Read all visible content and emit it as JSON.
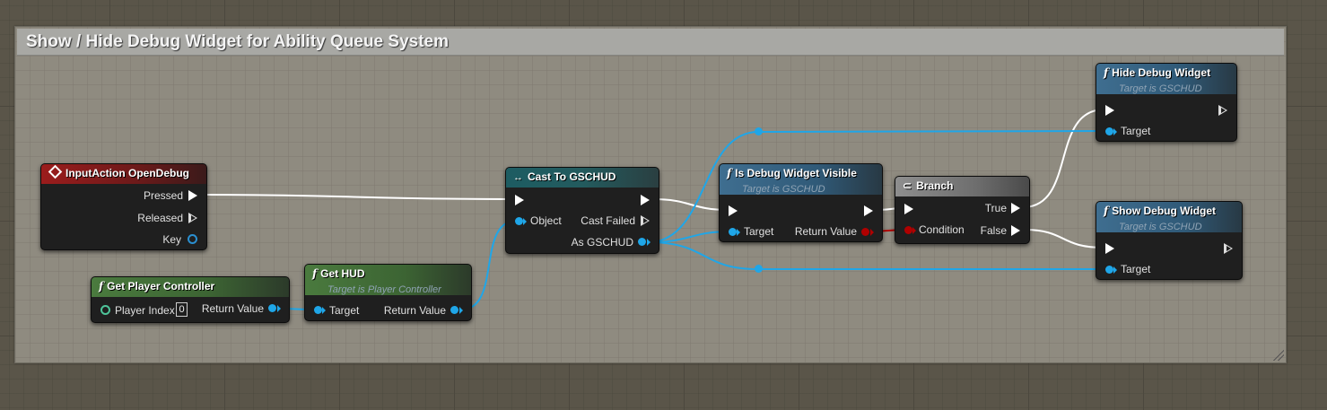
{
  "comment": {
    "title": "Show / Hide Debug Widget for Ability Queue System"
  },
  "nodes": {
    "input_action": {
      "title": "InputAction OpenDebug",
      "pins": {
        "pressed": "Pressed",
        "released": "Released",
        "key": "Key"
      }
    },
    "get_player_controller": {
      "title": "Get Player Controller",
      "pins": {
        "player_index": "Player Index",
        "player_index_value": "0",
        "return_value": "Return Value"
      }
    },
    "get_hud": {
      "title": "Get HUD",
      "subtitle": "Target is Player Controller",
      "pins": {
        "target": "Target",
        "return_value": "Return Value"
      }
    },
    "cast": {
      "title": "Cast To GSCHUD",
      "pins": {
        "object": "Object",
        "cast_failed": "Cast Failed",
        "as_gschud": "As GSCHUD"
      }
    },
    "is_visible": {
      "title": "Is Debug Widget Visible",
      "subtitle": "Target is GSCHUD",
      "pins": {
        "target": "Target",
        "return_value": "Return Value"
      }
    },
    "branch": {
      "title": "Branch",
      "pins": {
        "condition": "Condition",
        "true": "True",
        "false": "False"
      }
    },
    "hide": {
      "title": "Hide Debug Widget",
      "subtitle": "Target is GSCHUD",
      "pins": {
        "target": "Target"
      }
    },
    "show": {
      "title": "Show Debug Widget",
      "subtitle": "Target is GSCHUD",
      "pins": {
        "target": "Target"
      }
    }
  },
  "colors": {
    "exec_wire": "#ffffff",
    "object_wire": "#1fa6e8",
    "bool_wire": "#b00000"
  },
  "icons": {
    "function": "f",
    "event": "diamond-icon",
    "cast": "cast-arrows-icon",
    "branch": "branch-icon"
  }
}
